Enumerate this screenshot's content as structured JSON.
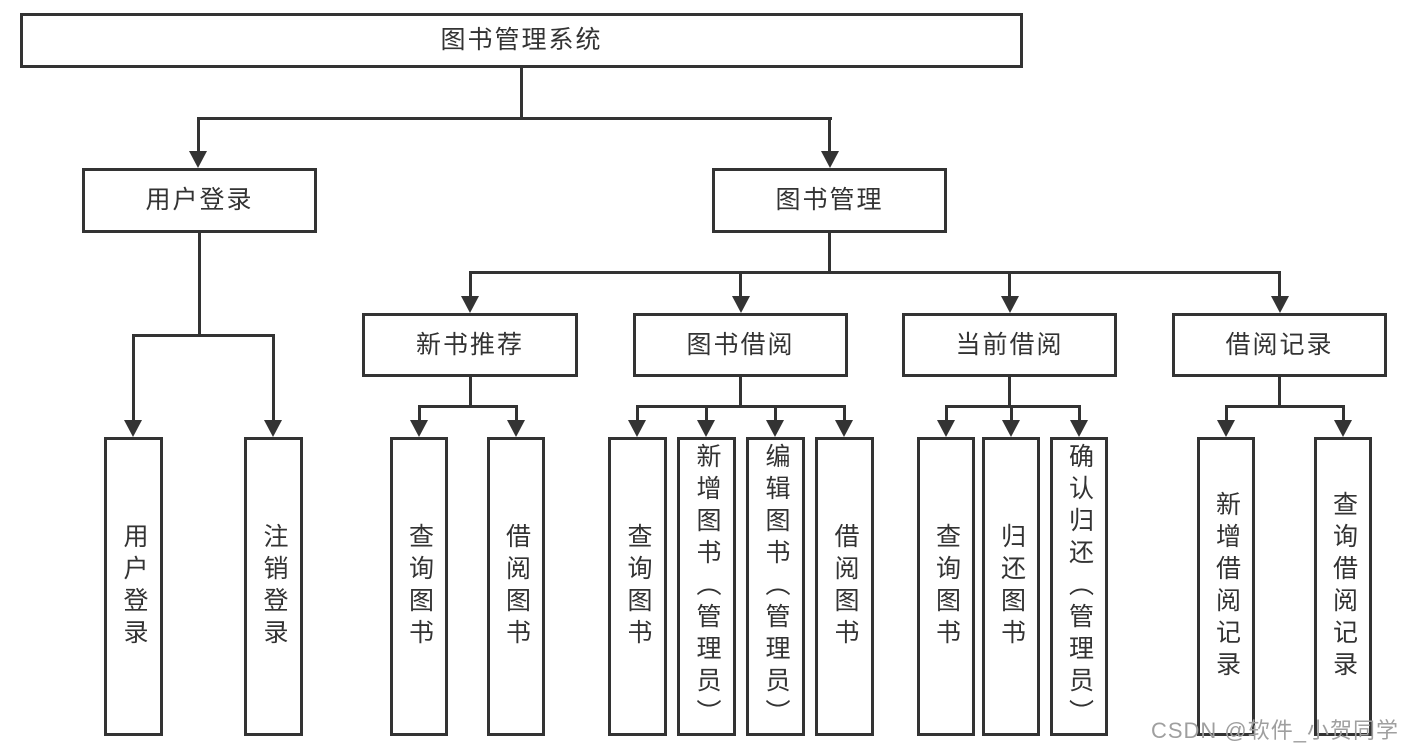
{
  "colors": {
    "line": "#333333",
    "text": "#333333",
    "box_background": "#ffffff",
    "page_background": "#ffffff",
    "watermark": "#9f9f9f"
  },
  "nodes": {
    "root": {
      "label": "图书管理系统"
    },
    "user_login": {
      "label": "用户登录",
      "children": [
        "用户登录",
        "注销登录"
      ]
    },
    "book_mgmt": {
      "label": "图书管理"
    },
    "new_book": {
      "label": "新书推荐",
      "children": [
        "查询图书",
        "借阅图书"
      ]
    },
    "book_borrow": {
      "label": "图书借阅",
      "children": [
        "查询图书",
        "新增图书（管理员）",
        "编辑图书（管理员）",
        "借阅图书"
      ]
    },
    "current_borrow": {
      "label": "当前借阅",
      "children": [
        "查询图书",
        "归还图书",
        "确认归还（管理员）"
      ]
    },
    "borrow_records": {
      "label": "借阅记录",
      "children": [
        "新增借阅记录",
        "查询借阅记录"
      ]
    }
  },
  "watermark": "CSDN @软件_小贺同学"
}
